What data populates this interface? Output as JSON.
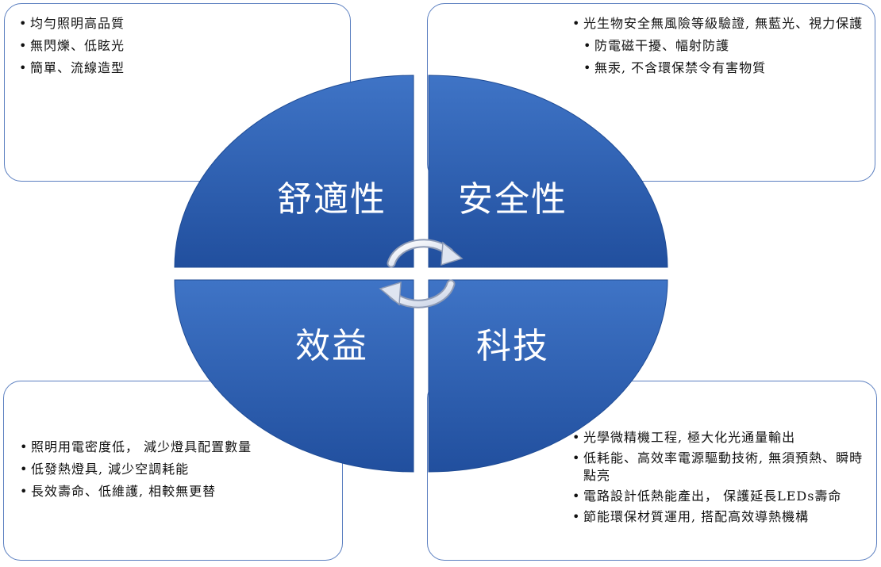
{
  "colors": {
    "quadrant_fill": "#2e5fb0",
    "box_border": "#5b7fc0",
    "text": "#111111",
    "title": "#ffffff"
  },
  "quadrants": {
    "top_left": {
      "title": "舒適性",
      "items": [
        "均勻照明高品質",
        "無閃爍、低眩光",
        "簡單、流線造型"
      ]
    },
    "top_right": {
      "title": "安全性",
      "items": [
        "光生物安全無風險等級驗證, 無藍光、視力保護",
        "防電磁干擾、幅射防護",
        "無汞, 不含環保禁令有害物質"
      ]
    },
    "bottom_left": {
      "title": "效益",
      "items": [
        "照明用電密度低， 減少燈具配置數量",
        "低發熱燈具, 減少空調耗能",
        "長效壽命、低維護, 相較無更替"
      ]
    },
    "bottom_right": {
      "title": "科技",
      "items": [
        "光學微精機工程, 極大化光通量輸出",
        "低耗能、高效率電源驅動技術, 無須預熱、瞬時點亮",
        "電路設計低熱能產出， 保護延長LEDs壽命",
        "節能環保材質運用, 搭配高效導熱機構"
      ]
    }
  }
}
